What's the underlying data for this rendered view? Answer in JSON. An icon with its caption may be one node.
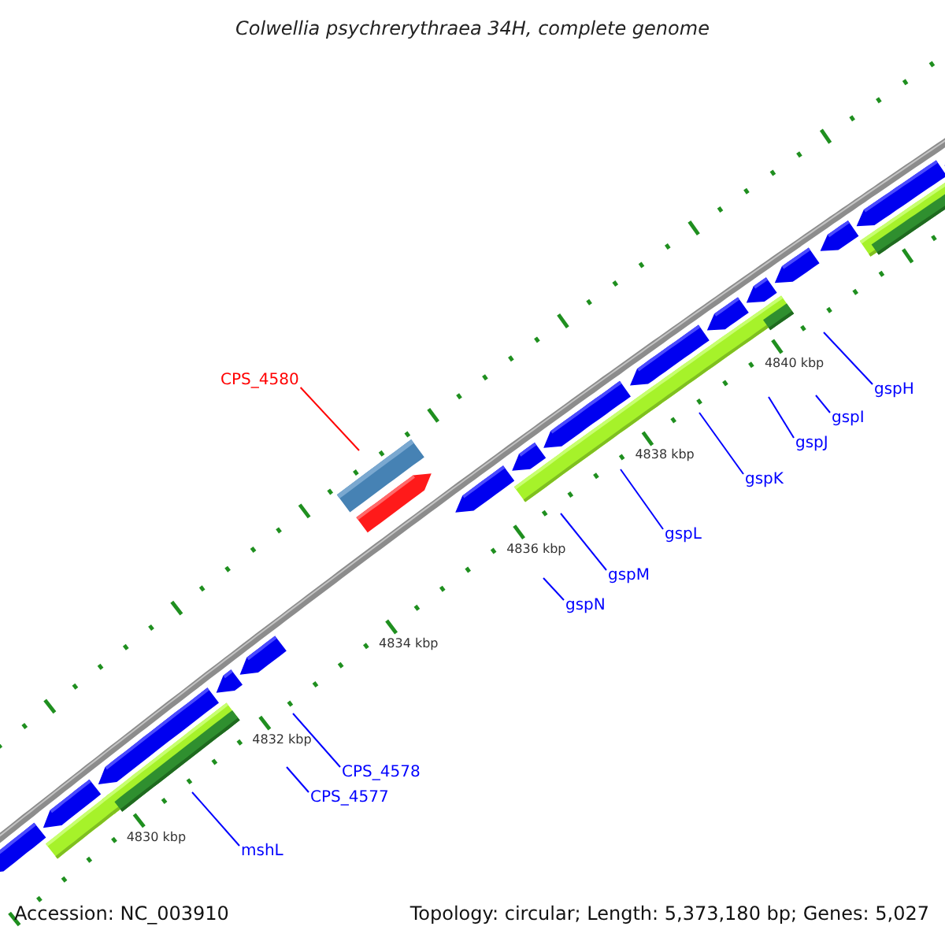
{
  "diagram": {
    "title": "Colwellia psychrerythraea 34H, complete genome",
    "nodes": [
      {
        "text": [
          "CPS_4580"
        ]
      },
      {
        "text": [
          "gspH"
        ]
      },
      {
        "text": [
          "gspI"
        ]
      },
      {
        "text": [
          "gspJ"
        ]
      },
      {
        "text": [
          "gspK"
        ]
      },
      {
        "text": [
          "gspL"
        ]
      },
      {
        "text": [
          "gspM"
        ]
      },
      {
        "text": [
          "gspN"
        ]
      },
      {
        "text": [
          "CPS_4578"
        ]
      },
      {
        "text": [
          "CPS_4577"
        ]
      },
      {
        "text": [
          "mshL"
        ]
      }
    ],
    "edges": [
      {
        "from": 0,
        "to": null,
        "arrow": "none",
        "color": "#ff0000"
      },
      {
        "from": 1,
        "to": null,
        "arrow": "none"
      },
      {
        "from": 2,
        "to": null,
        "arrow": "none"
      },
      {
        "from": 3,
        "to": null,
        "arrow": "none"
      },
      {
        "from": 4,
        "to": null,
        "arrow": "none"
      },
      {
        "from": 5,
        "to": null,
        "arrow": "none"
      },
      {
        "from": 6,
        "to": null,
        "arrow": "none"
      },
      {
        "from": 7,
        "to": null,
        "arrow": "none"
      },
      {
        "from": 8,
        "to": null,
        "arrow": "none"
      },
      {
        "from": 9,
        "to": null,
        "arrow": "none"
      },
      {
        "from": 10,
        "to": null,
        "arrow": "none"
      }
    ],
    "labels": [
      "4840 kbp",
      "4838 kbp",
      "4836 kbp",
      "4834 kbp",
      "4832 kbp",
      "4830 kbp",
      "Accession: NC_003910",
      "Topology: circular; Length: 5,373,180 bp; Genes: 5,027"
    ]
  }
}
